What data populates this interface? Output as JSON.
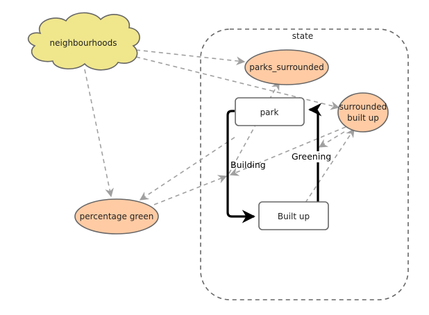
{
  "diagram": {
    "container": {
      "label": "state"
    },
    "nodes": {
      "neighbourhoods": {
        "label": "neighbourhoods",
        "shape": "cloud",
        "fill": "#f0e68c"
      },
      "parks_surrounded": {
        "label": "parks_surrounded",
        "shape": "ellipse",
        "fill": "#ffcba4"
      },
      "surrounded_built_up": {
        "label_line1": "surrounded",
        "label_line2": "built up",
        "shape": "ellipse",
        "fill": "#ffcba4"
      },
      "percentage_green": {
        "label": "percentage green",
        "shape": "ellipse",
        "fill": "#ffcba4"
      },
      "park": {
        "label": "park",
        "shape": "rounded-rect",
        "fill": "#ffffff"
      },
      "built_up": {
        "label": "Built up",
        "shape": "rounded-rect",
        "fill": "#ffffff"
      }
    },
    "transitions": {
      "building": {
        "label": "Building",
        "from": "park",
        "to": "Built up"
      },
      "greening": {
        "label": "Greening",
        "from": "Built up",
        "to": "park"
      }
    },
    "colors": {
      "stroke": "#666666",
      "dashed_link": "#a0a0a0",
      "transition": "#000000",
      "container_border": "#666666"
    }
  }
}
